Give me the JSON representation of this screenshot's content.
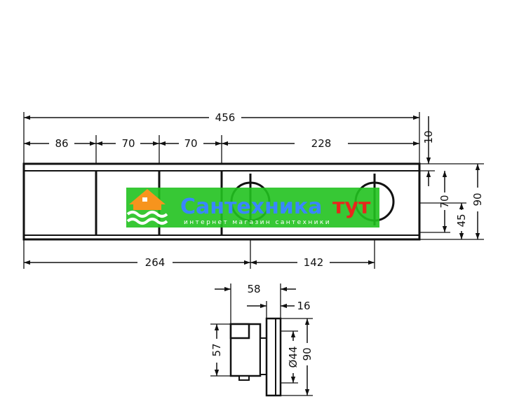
{
  "colors": {
    "line": "#111111",
    "watermark_green": "#21c21f",
    "watermark_blue": "#3a86ff",
    "watermark_red": "#e8261c",
    "watermark_orange": "#f7941d"
  },
  "front_view": {
    "overall_width": "456",
    "segment_1": "86",
    "segment_2": "70",
    "segment_3": "70",
    "segment_4": "228",
    "handle_position": "264",
    "handle_spacing": "142",
    "top_offset": "10",
    "height_total": "90",
    "height_70": "70",
    "height_45": "45"
  },
  "side_view": {
    "depth": "58",
    "flange": "16",
    "body_height": "57",
    "diameter": "Ø44",
    "height": "90"
  },
  "watermark": {
    "title_main": "Сантехника",
    "title_accent": "тут",
    "subtitle": "интернет магазин сантехники"
  }
}
